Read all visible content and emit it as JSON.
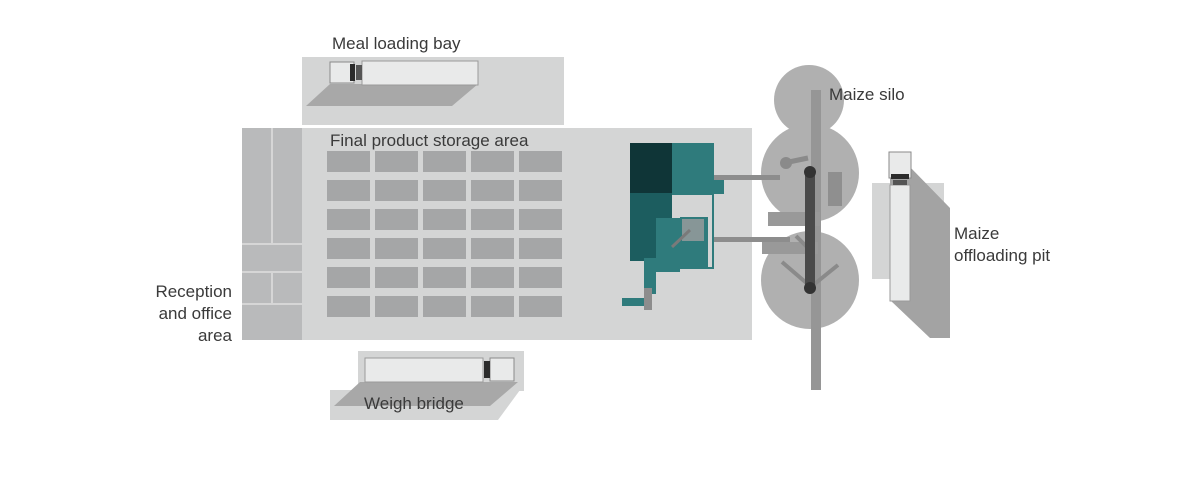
{
  "labels": {
    "meal_loading_bay": "Meal loading bay",
    "final_product_storage": "Final product storage area",
    "maize_silo": "Maize silo",
    "maize_offloading_pit_line1": "Maize",
    "maize_offloading_pit_line2": "offloading pit",
    "reception_line1": "Reception",
    "reception_line2": "and office",
    "reception_line3": "area",
    "weigh_bridge": "Weigh bridge"
  },
  "colors": {
    "area_fill": "#d4d5d5",
    "pallet_fill": "#a5a6a7",
    "building_fill": "#b9babb",
    "shadow": "#a3a3a3",
    "silo_fill": "#b0b0b0",
    "teal": "#2f7b7c",
    "teal_dark": "#1c5d5f",
    "teal_darkest": "#0f3537",
    "text": "#3a3a3a"
  }
}
